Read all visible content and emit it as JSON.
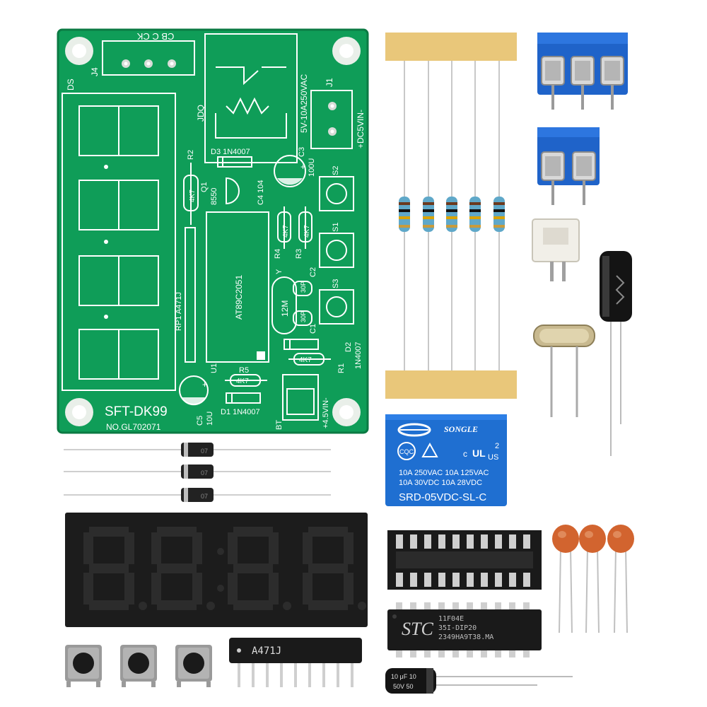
{
  "pcb": {
    "model": "SFT-DK99",
    "serial": "NO.GL702071",
    "labels": {
      "j4": "J4",
      "j4_pins": "CB C CK",
      "relay_rating": "5V-10A250VAC",
      "jdq": "JDQ",
      "j1": "J1",
      "dc_in": "+DC5VIN-",
      "ds": "DS",
      "r2": "R2",
      "r2_val": "4K7",
      "d3": "D3 1N4007",
      "c3": "C3",
      "c3_val": "100U",
      "q1": "Q1",
      "q1_val": "8550",
      "c4": "C4 104",
      "s2": "S2",
      "s1": "S1",
      "s3": "S3",
      "r4": "R4",
      "r4_val": "4K7",
      "r3": "R3",
      "r3_val": "4K7",
      "y": "Y",
      "c1": "C1",
      "c2": "C2",
      "cap30a": "30P",
      "cap30b": "30P",
      "xtal": "12M",
      "mcu": "AT89C2051",
      "rp1": "RP1 A471J",
      "u1": "U1",
      "r5": "R5",
      "r5_val": "4K7",
      "r1": "R1",
      "r1_val": "4K7",
      "d2": "D2",
      "d2_val": "1N4007",
      "c5": "C5",
      "c5_val": "10U",
      "d1": "D1 1N4007",
      "bt": "BT",
      "bt_in": "+4.5VIN-"
    }
  },
  "relay": {
    "brand": "SONGLE",
    "cqc": "CQC",
    "ul_c": "c",
    "ul_mark": "UL",
    "ul_us": "US",
    "ul_num": "2",
    "rating1": "10A 250VAC   10A 125VAC",
    "rating2": "10A  30VDC   10A  28VDC",
    "model": "SRD-05VDC-SL-C"
  },
  "chip": {
    "brand": "STC",
    "line1": "11F04E",
    "line2": "35I-DIP20",
    "line3": "2349HA9T38.MA"
  },
  "resistor_network": {
    "marking": "A471J"
  },
  "diodes": {
    "marking": "07"
  },
  "small_cap": {
    "line1": "10 μF 10",
    "line2": "50V  50"
  },
  "colors": {
    "pcb": "#0f9d58",
    "pcb_dark": "#0b7a43",
    "relay": "#1f6fd1",
    "terminal": "#1f63c9",
    "display": "#1c1c1c",
    "segment_off": "#2c2c2c",
    "chip": "#1a1a1a",
    "tape": "#e9c77a",
    "ceramic_cap": "#d2642f",
    "electrolytic": "#141414"
  }
}
